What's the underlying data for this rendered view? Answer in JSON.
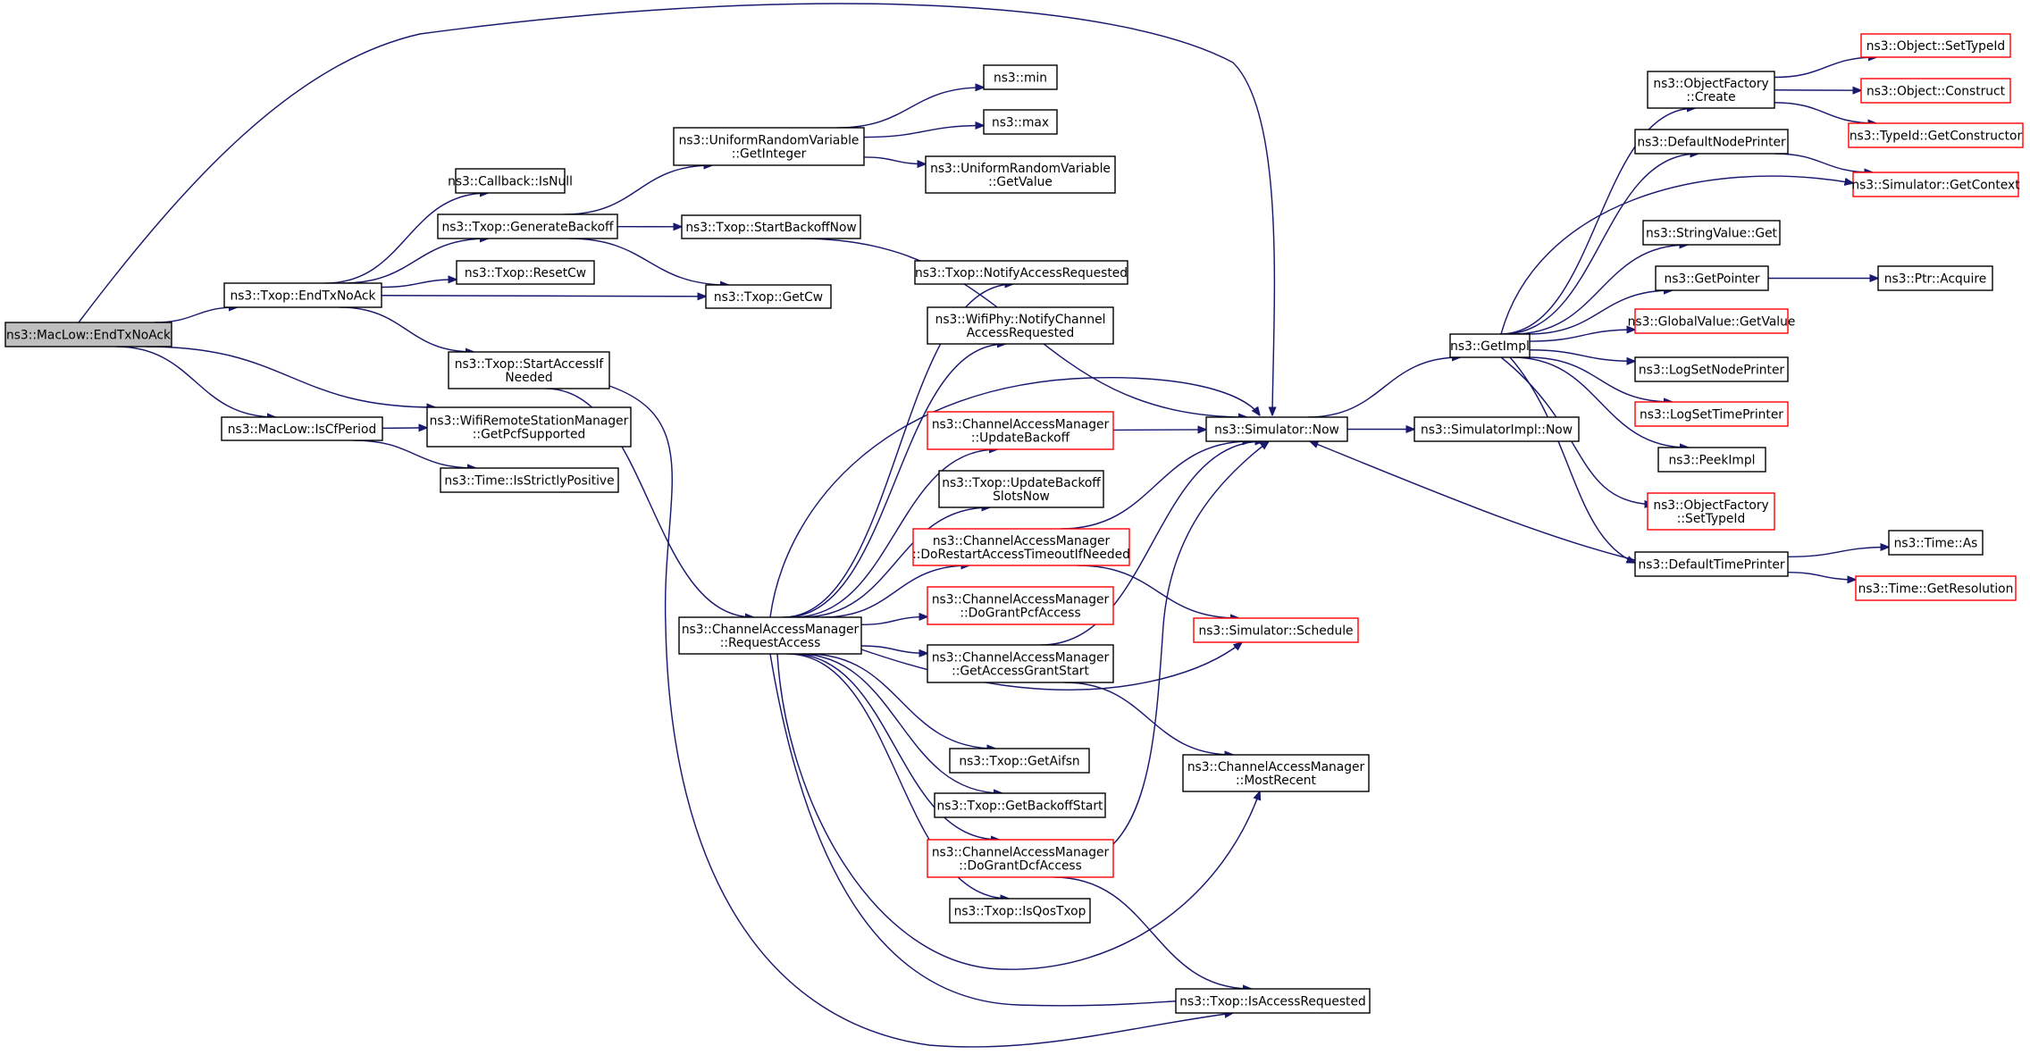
{
  "graph": {
    "root": "ns3::MacLow::EndTxNoAck",
    "colors": {
      "edge": "#191970",
      "node_border": "#000000",
      "truncated_border": "#ff0000",
      "root_fill": "#bfbfbf"
    },
    "nodes": [
      {
        "id": "root",
        "lines": [
          "ns3::MacLow::EndTxNoAck"
        ],
        "style": "root"
      },
      {
        "id": "cb_isnull",
        "lines": [
          "ns3::Callback::IsNull"
        ]
      },
      {
        "id": "txop_endtxnoack",
        "lines": [
          "ns3::Txop::EndTxNoAck"
        ]
      },
      {
        "id": "txop_genbackoff",
        "lines": [
          "ns3::Txop::GenerateBackoff"
        ]
      },
      {
        "id": "txop_resetcw",
        "lines": [
          "ns3::Txop::ResetCw"
        ]
      },
      {
        "id": "txop_startaccess",
        "lines": [
          "ns3::Txop::StartAccessIf",
          "Needed"
        ]
      },
      {
        "id": "maclow_iscf",
        "lines": [
          "ns3::MacLow::IsCfPeriod"
        ]
      },
      {
        "id": "wrsm_getpcf",
        "lines": [
          "ns3::WifiRemoteStationManager",
          "::GetPcfSupported"
        ]
      },
      {
        "id": "time_isstrict",
        "lines": [
          "ns3::Time::IsStrictlyPositive"
        ]
      },
      {
        "id": "urv_getinteger",
        "lines": [
          "ns3::UniformRandomVariable",
          "::GetInteger"
        ]
      },
      {
        "id": "ns3_min",
        "lines": [
          "ns3::min"
        ]
      },
      {
        "id": "ns3_max",
        "lines": [
          "ns3::max"
        ]
      },
      {
        "id": "urv_getvalue",
        "lines": [
          "ns3::UniformRandomVariable",
          "::GetValue"
        ]
      },
      {
        "id": "txop_startbackoffnow",
        "lines": [
          "ns3::Txop::StartBackoffNow"
        ]
      },
      {
        "id": "txop_getcw",
        "lines": [
          "ns3::Txop::GetCw"
        ]
      },
      {
        "id": "cam_requestaccess",
        "lines": [
          "ns3::ChannelAccessManager",
          "::RequestAccess"
        ]
      },
      {
        "id": "txop_notifyaccess",
        "lines": [
          "ns3::Txop::NotifyAccessRequested"
        ]
      },
      {
        "id": "wifiphy_notify",
        "lines": [
          "ns3::WifiPhy::NotifyChannel",
          "AccessRequested"
        ]
      },
      {
        "id": "cam_updatebackoff",
        "lines": [
          "ns3::ChannelAccessManager",
          "::UpdateBackoff"
        ],
        "style": "red"
      },
      {
        "id": "txop_updatebackoffslots",
        "lines": [
          "ns3::Txop::UpdateBackoff",
          "SlotsNow"
        ]
      },
      {
        "id": "cam_dorestart",
        "lines": [
          "ns3::ChannelAccessManager",
          "::DoRestartAccessTimeoutIfNeeded"
        ],
        "style": "red"
      },
      {
        "id": "cam_dograntpcf",
        "lines": [
          "ns3::ChannelAccessManager",
          "::DoGrantPcfAccess"
        ],
        "style": "red"
      },
      {
        "id": "cam_getaccessgrant",
        "lines": [
          "ns3::ChannelAccessManager",
          "::GetAccessGrantStart"
        ]
      },
      {
        "id": "txop_getaifsn",
        "lines": [
          "ns3::Txop::GetAifsn"
        ]
      },
      {
        "id": "txop_getbackoffstart",
        "lines": [
          "ns3::Txop::GetBackoffStart"
        ]
      },
      {
        "id": "cam_dograntdcf",
        "lines": [
          "ns3::ChannelAccessManager",
          "::DoGrantDcfAccess"
        ],
        "style": "red"
      },
      {
        "id": "txop_isqos",
        "lines": [
          "ns3::Txop::IsQosTxop"
        ]
      },
      {
        "id": "sim_now",
        "lines": [
          "ns3::Simulator::Now"
        ]
      },
      {
        "id": "sim_schedule",
        "lines": [
          "ns3::Simulator::Schedule"
        ],
        "style": "red"
      },
      {
        "id": "cam_mostrecent",
        "lines": [
          "ns3::ChannelAccessManager",
          "::MostRecent"
        ]
      },
      {
        "id": "txop_isaccessreq",
        "lines": [
          "ns3::Txop::IsAccessRequested"
        ]
      },
      {
        "id": "simimpl_now",
        "lines": [
          "ns3::SimulatorImpl::Now"
        ]
      },
      {
        "id": "getimpl",
        "lines": [
          "ns3::GetImpl"
        ]
      },
      {
        "id": "objfactory_create",
        "lines": [
          "ns3::ObjectFactory",
          "::Create"
        ]
      },
      {
        "id": "defaultnodeprinter",
        "lines": [
          "ns3::DefaultNodePrinter"
        ]
      },
      {
        "id": "stringvalue_get",
        "lines": [
          "ns3::StringValue::Get"
        ]
      },
      {
        "id": "getpointer",
        "lines": [
          "ns3::GetPointer"
        ]
      },
      {
        "id": "globalvalue_getvalue",
        "lines": [
          "ns3::GlobalValue::GetValue"
        ],
        "style": "red"
      },
      {
        "id": "logsetnodeprinter",
        "lines": [
          "ns3::LogSetNodePrinter"
        ]
      },
      {
        "id": "logsettimeprinter",
        "lines": [
          "ns3::LogSetTimePrinter"
        ],
        "style": "red"
      },
      {
        "id": "peekimpl",
        "lines": [
          "ns3::PeekImpl"
        ]
      },
      {
        "id": "objfactory_settypeid",
        "lines": [
          "ns3::ObjectFactory",
          "::SetTypeId"
        ],
        "style": "red"
      },
      {
        "id": "defaulttimeprinter",
        "lines": [
          "ns3::DefaultTimePrinter"
        ]
      },
      {
        "id": "object_settypeid",
        "lines": [
          "ns3::Object::SetTypeId"
        ],
        "style": "red"
      },
      {
        "id": "object_construct",
        "lines": [
          "ns3::Object::Construct"
        ],
        "style": "red"
      },
      {
        "id": "typeid_getconstructor",
        "lines": [
          "ns3::TypeId::GetConstructor"
        ],
        "style": "red"
      },
      {
        "id": "sim_getcontext",
        "lines": [
          "ns3::Simulator::GetContext"
        ],
        "style": "red"
      },
      {
        "id": "ptr_acquire",
        "lines": [
          "ns3::Ptr::Acquire"
        ]
      },
      {
        "id": "time_as",
        "lines": [
          "ns3::Time::As"
        ]
      },
      {
        "id": "time_getresolution",
        "lines": [
          "ns3::Time::GetResolution"
        ],
        "style": "red"
      }
    ],
    "edges": [
      {
        "from": "root",
        "to": "txop_endtxnoack"
      },
      {
        "from": "root",
        "to": "sim_now"
      },
      {
        "from": "root",
        "to": "maclow_iscf"
      },
      {
        "from": "root",
        "to": "wrsm_getpcf"
      },
      {
        "from": "txop_endtxnoack",
        "to": "cb_isnull"
      },
      {
        "from": "txop_endtxnoack",
        "to": "txop_genbackoff"
      },
      {
        "from": "txop_endtxnoack",
        "to": "txop_resetcw"
      },
      {
        "from": "txop_endtxnoack",
        "to": "txop_getcw"
      },
      {
        "from": "txop_endtxnoack",
        "to": "txop_startaccess"
      },
      {
        "from": "txop_genbackoff",
        "to": "urv_getinteger"
      },
      {
        "from": "txop_genbackoff",
        "to": "txop_startbackoffnow"
      },
      {
        "from": "txop_genbackoff",
        "to": "txop_getcw"
      },
      {
        "from": "urv_getinteger",
        "to": "ns3_min"
      },
      {
        "from": "urv_getinteger",
        "to": "ns3_max"
      },
      {
        "from": "urv_getinteger",
        "to": "urv_getvalue"
      },
      {
        "from": "txop_startbackoffnow",
        "to": "sim_now"
      },
      {
        "from": "txop_startaccess",
        "to": "cam_requestaccess"
      },
      {
        "from": "txop_startaccess",
        "to": "txop_isaccessreq"
      },
      {
        "from": "maclow_iscf",
        "to": "wrsm_getpcf"
      },
      {
        "from": "maclow_iscf",
        "to": "time_isstrict"
      },
      {
        "from": "cam_requestaccess",
        "to": "txop_notifyaccess"
      },
      {
        "from": "cam_requestaccess",
        "to": "wifiphy_notify"
      },
      {
        "from": "cam_requestaccess",
        "to": "sim_now"
      },
      {
        "from": "cam_requestaccess",
        "to": "cam_updatebackoff"
      },
      {
        "from": "cam_requestaccess",
        "to": "txop_updatebackoffslots"
      },
      {
        "from": "cam_requestaccess",
        "to": "cam_dorestart"
      },
      {
        "from": "cam_requestaccess",
        "to": "cam_dograntpcf"
      },
      {
        "from": "cam_requestaccess",
        "to": "cam_getaccessgrant"
      },
      {
        "from": "cam_requestaccess",
        "to": "sim_schedule"
      },
      {
        "from": "cam_requestaccess",
        "to": "txop_getaifsn"
      },
      {
        "from": "cam_requestaccess",
        "to": "txop_getbackoffstart"
      },
      {
        "from": "cam_requestaccess",
        "to": "cam_dograntdcf"
      },
      {
        "from": "cam_requestaccess",
        "to": "txop_isqos"
      },
      {
        "from": "cam_requestaccess",
        "to": "cam_mostrecent"
      },
      {
        "from": "cam_requestaccess",
        "to": "txop_isaccessreq"
      },
      {
        "from": "cam_updatebackoff",
        "to": "sim_now"
      },
      {
        "from": "cam_dorestart",
        "to": "sim_now"
      },
      {
        "from": "cam_dorestart",
        "to": "sim_schedule"
      },
      {
        "from": "cam_getaccessgrant",
        "to": "sim_now"
      },
      {
        "from": "cam_getaccessgrant",
        "to": "cam_mostrecent"
      },
      {
        "from": "cam_dograntdcf",
        "to": "sim_now"
      },
      {
        "from": "cam_dograntdcf",
        "to": "txop_isaccessreq"
      },
      {
        "from": "sim_now",
        "to": "simimpl_now"
      },
      {
        "from": "sim_now",
        "to": "getimpl"
      },
      {
        "from": "getimpl",
        "to": "objfactory_create"
      },
      {
        "from": "getimpl",
        "to": "defaultnodeprinter"
      },
      {
        "from": "getimpl",
        "to": "sim_getcontext"
      },
      {
        "from": "getimpl",
        "to": "stringvalue_get"
      },
      {
        "from": "getimpl",
        "to": "getpointer"
      },
      {
        "from": "getimpl",
        "to": "globalvalue_getvalue"
      },
      {
        "from": "getimpl",
        "to": "logsetnodeprinter"
      },
      {
        "from": "getimpl",
        "to": "logsettimeprinter"
      },
      {
        "from": "getimpl",
        "to": "peekimpl"
      },
      {
        "from": "getimpl",
        "to": "objfactory_settypeid"
      },
      {
        "from": "getimpl",
        "to": "defaulttimeprinter"
      },
      {
        "from": "objfactory_create",
        "to": "object_settypeid"
      },
      {
        "from": "objfactory_create",
        "to": "object_construct"
      },
      {
        "from": "objfactory_create",
        "to": "typeid_getconstructor"
      },
      {
        "from": "defaultnodeprinter",
        "to": "sim_getcontext"
      },
      {
        "from": "getpointer",
        "to": "ptr_acquire"
      },
      {
        "from": "defaulttimeprinter",
        "to": "sim_now"
      },
      {
        "from": "defaulttimeprinter",
        "to": "time_as"
      },
      {
        "from": "defaulttimeprinter",
        "to": "time_getresolution"
      }
    ]
  }
}
